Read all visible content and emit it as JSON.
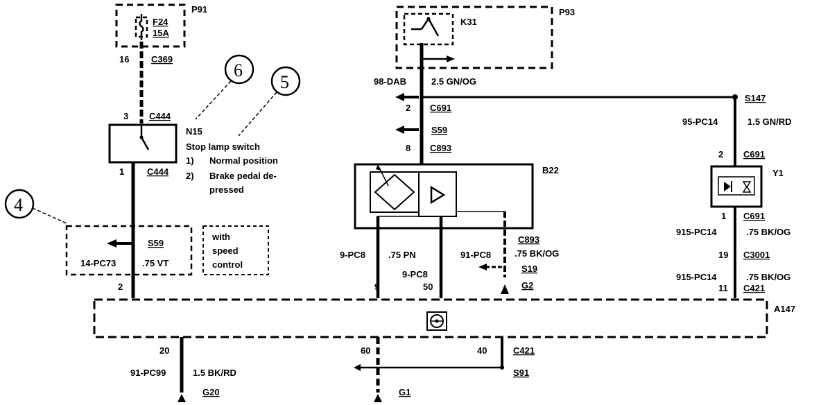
{
  "modules": {
    "p91": "P91",
    "p93": "P93",
    "b22": "B22",
    "a147": "A147",
    "y1": "Y1"
  },
  "fuse": {
    "name": "F24",
    "rating": "15A"
  },
  "relay": {
    "name": "K31"
  },
  "switch": {
    "name": "N15",
    "title": "Stop lamp switch",
    "item1_num": "1)",
    "item1": "Normal position",
    "item2_num": "2)",
    "item2_line1": "Brake pedal de-",
    "item2_line2": "pressed"
  },
  "callouts": {
    "c4": "4",
    "c5": "5",
    "c6": "6"
  },
  "speed_control": {
    "line1": "with",
    "line2": "speed",
    "line3": "control"
  },
  "labels": {
    "pin_16": "16",
    "c369": "C369",
    "pin_3": "3",
    "c444_top": "C444",
    "pin_1_left": "1",
    "c444_bottom": "C444",
    "s59_left": "S59",
    "wire_14pc73": "14-PC73",
    "wire_075vt": ".75 VT",
    "pin_2_left": "2",
    "wire_98dab": "98-DAB",
    "wire_25gnog": "2.5 GN/OG",
    "pin_2_mid": "2",
    "c691_mid": "C691",
    "s59_mid": "S59",
    "pin_8_mid": "8",
    "c893_mid": "C893",
    "wire_9pc8_a": "9-PC8",
    "wire_075pn": ".75 PN",
    "pin_9": "9",
    "wire_9pc8_b": "9-PC8",
    "pin_50": "50",
    "wire_91pc8": "91-PC8",
    "c893_r": "C893",
    "wire_075bkog_mid": ".75 BK/OG",
    "s19": "S19",
    "g2": "G2",
    "s147": "S147",
    "wire_95pc14": "95-PC14",
    "wire_15gnrd": "1.5 GN/RD",
    "pin_2_right": "2",
    "c691_right_top": "C691",
    "pin_1_right": "1",
    "c691_right_bottom": "C691",
    "wire_915pc14_a": "915-PC14",
    "wire_075bkog_r1": ".75 BK/OG",
    "pin_19": "19",
    "c3001": "C3001",
    "wire_915pc14_b": "915-PC14",
    "wire_075bkog_r2": ".75 BK/OG",
    "pin_11": "11",
    "c421_right": "C421",
    "pin_20": "20",
    "wire_91pc99": "91-PC99",
    "wire_15bkrd": "1.5  BK/RD",
    "g20": "G20",
    "pin_60": "60",
    "pin_40": "40",
    "c421_bottom": "C421",
    "s91": "S91",
    "g1": "G1"
  }
}
